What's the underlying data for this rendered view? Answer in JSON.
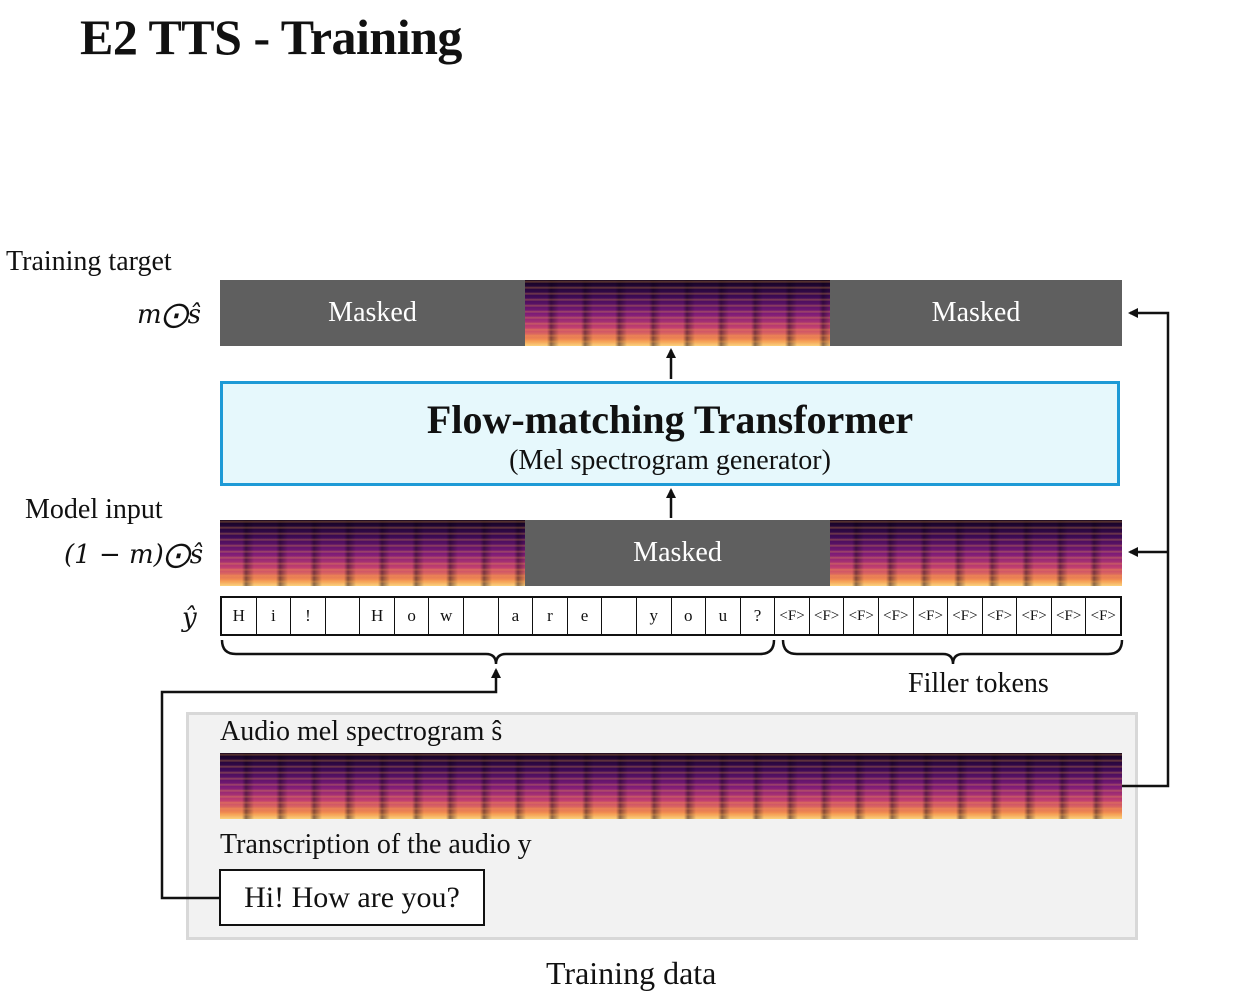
{
  "title": "E2 TTS - Training",
  "training_target": {
    "label": "Training target",
    "math": "m⨀ŝ",
    "masked_left": "Masked",
    "masked_right": "Masked"
  },
  "transformer": {
    "title": "Flow-matching Transformer",
    "subtitle": "(Mel spectrogram generator)"
  },
  "model_input": {
    "label": "Model input",
    "math": "(1 − m)⨀ŝ",
    "masked_middle": "Masked"
  },
  "tokens": {
    "symbol": "ŷ",
    "chars": [
      "H",
      "i",
      "!",
      "",
      "H",
      "o",
      "w",
      "",
      "a",
      "r",
      "e",
      "",
      "y",
      "o",
      "u",
      "?"
    ],
    "fillers": [
      "<F>",
      "<F>",
      "<F>",
      "<F>",
      "<F>",
      "<F>",
      "<F>",
      "<F>",
      "<F>",
      "<F>"
    ],
    "filler_label": "Filler tokens"
  },
  "training_data": {
    "audio_label": "Audio mel spectrogram ŝ",
    "transcription_label": "Transcription of the audio y",
    "transcription_text": "Hi! How are you?",
    "caption": "Training data"
  },
  "colors": {
    "masked": "#5f5f5f",
    "transformer_border": "#1e9ad6",
    "transformer_fill": "#e6f8fc",
    "panel_fill": "#f2f2f2"
  }
}
